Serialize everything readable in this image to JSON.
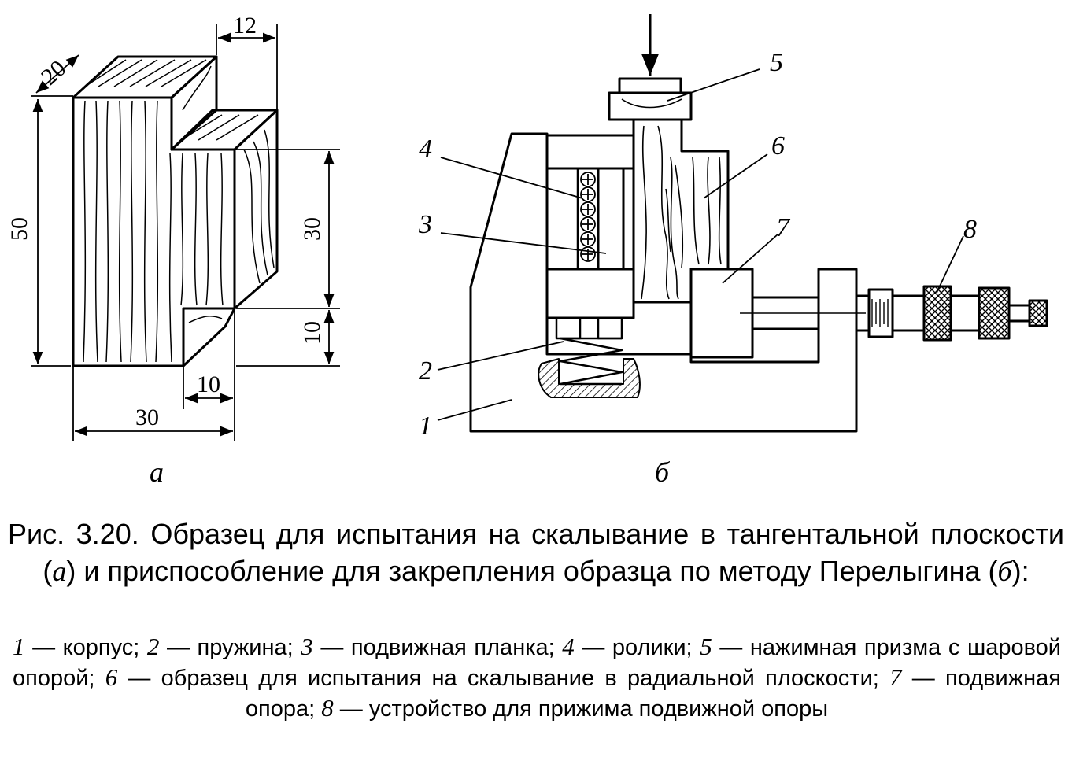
{
  "part_a": {
    "dims": {
      "top_width": "12",
      "depth": "20",
      "height": "50",
      "inner_height": "30",
      "bottom_height": "10",
      "bottom_width": "10",
      "width": "30"
    },
    "label": "а"
  },
  "part_b": {
    "callouts": [
      "1",
      "2",
      "3",
      "4",
      "5",
      "6",
      "7",
      "8"
    ],
    "label": "б"
  },
  "caption": {
    "prefix": "Рис. 3.20. Образец для испытания на скалывание в тангентальной плоскости (",
    "a_letter": "а",
    "middle": ") и приспособление для закрепления образца по методу Перелыгина (",
    "b_letter": "б",
    "suffix": "):"
  },
  "legend": {
    "items": [
      {
        "num": "1",
        "text": " — корпус; "
      },
      {
        "num": "2",
        "text": " — пружина; "
      },
      {
        "num": "3",
        "text": " — подвижная планка; "
      },
      {
        "num": "4",
        "text": " — ролики; "
      },
      {
        "num": "5",
        "text": " — нажимная призма с шаровой опорой; "
      },
      {
        "num": "6",
        "text": " — образец для испытания на скалывание в радиальной плоскости; "
      },
      {
        "num": "7",
        "text": " — подвижная опора; "
      },
      {
        "num": "8",
        "text": " — устройство для прижима подвижной опоры"
      }
    ]
  }
}
